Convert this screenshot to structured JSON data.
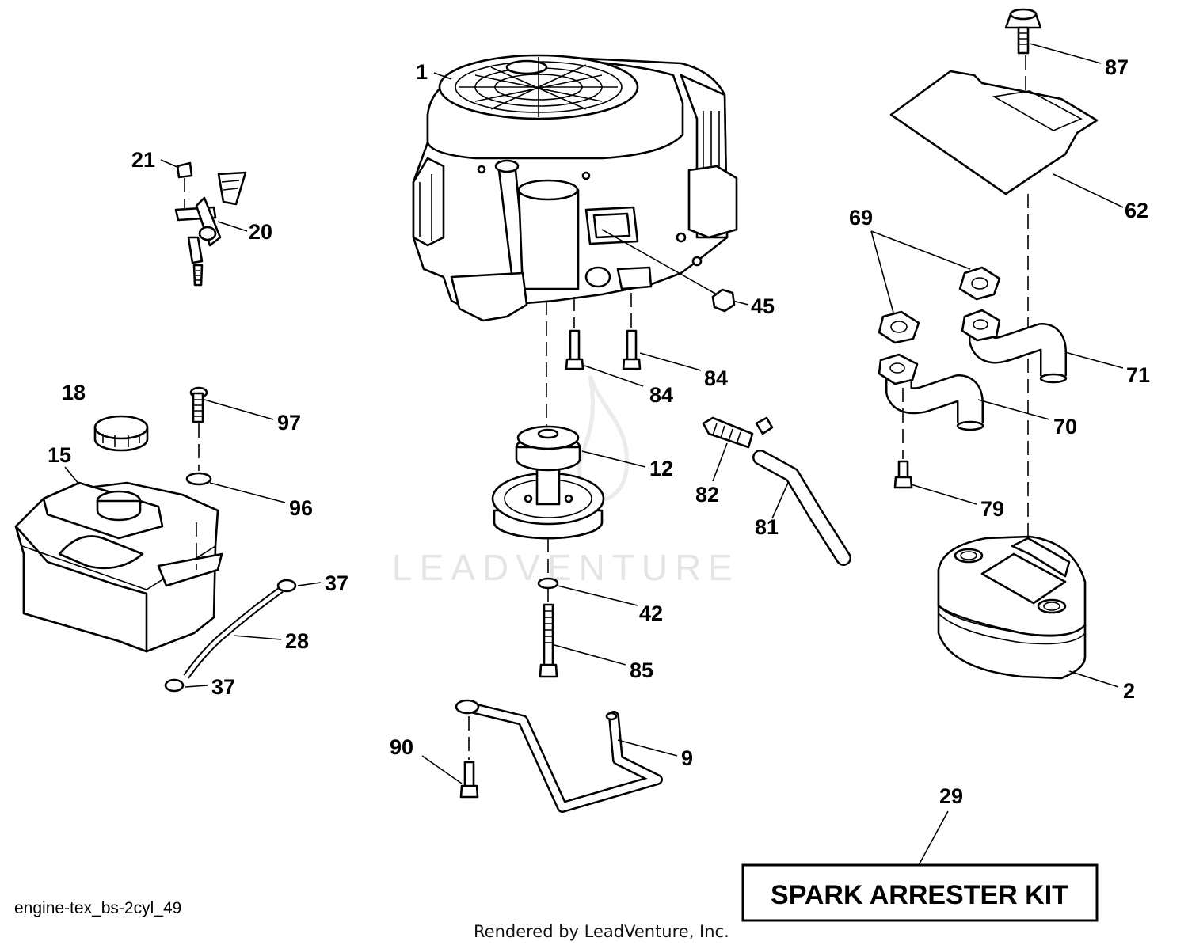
{
  "diagram_id": "engine-tex_bs-2cyl_49",
  "rendered_by": "Rendered by LeadVenture, Inc.",
  "watermark": "LEADVENTURE",
  "kit_label": "SPARK ARRESTER KIT",
  "callouts": {
    "c1": "1",
    "c2": "2",
    "c9": "9",
    "c12": "12",
    "c15": "15",
    "c18": "18",
    "c20": "20",
    "c21": "21",
    "c28": "28",
    "c29": "29",
    "c37a": "37",
    "c37b": "37",
    "c42": "42",
    "c45": "45",
    "c62": "62",
    "c69": "69",
    "c70": "70",
    "c71": "71",
    "c79": "79",
    "c81": "81",
    "c82": "82",
    "c84a": "84",
    "c84b": "84",
    "c85": "85",
    "c87": "87",
    "c90": "90",
    "c96": "96",
    "c97": "97"
  }
}
